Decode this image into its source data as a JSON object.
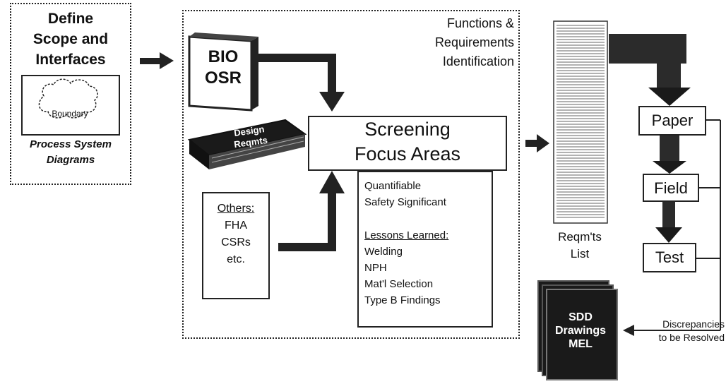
{
  "scope": {
    "title_lines": [
      "Define",
      "Scope and",
      "Interfaces"
    ],
    "boundary_label": "Boundary",
    "caption_lines": [
      "Process System",
      "Diagrams"
    ]
  },
  "functions": {
    "title_lines": [
      "Functions &",
      "Requirements",
      "Identification"
    ]
  },
  "bio_book": {
    "label_lines": [
      "BIO",
      "OSR"
    ]
  },
  "design_book": {
    "label_lines": [
      "Design",
      "Reqmts"
    ]
  },
  "focus": {
    "title_lines": [
      "Screening",
      "Focus Areas"
    ]
  },
  "criteria": {
    "items": [
      "Quantifiable",
      "Safety Significant"
    ],
    "lessons_heading": "Lessons Learned:",
    "lessons": [
      "Welding",
      "NPH",
      "Mat'l Selection",
      "Type B Findings"
    ]
  },
  "others": {
    "heading": "Others:",
    "items": [
      "FHA",
      "CSRs",
      "etc."
    ]
  },
  "reqlist": {
    "label_lines": [
      "Reqm'ts",
      "List"
    ]
  },
  "steps": {
    "paper": "Paper",
    "field": "Field",
    "test": "Test"
  },
  "sdd": {
    "label_lines": [
      "SDD",
      "Drawings",
      "MEL"
    ]
  },
  "discrepancies": {
    "label_lines": [
      "Discrepancies",
      "to be Resolved"
    ]
  },
  "colors": {
    "ink": "#222222",
    "dark_fill": "#1a1a1a",
    "line_gray": "#555555"
  }
}
